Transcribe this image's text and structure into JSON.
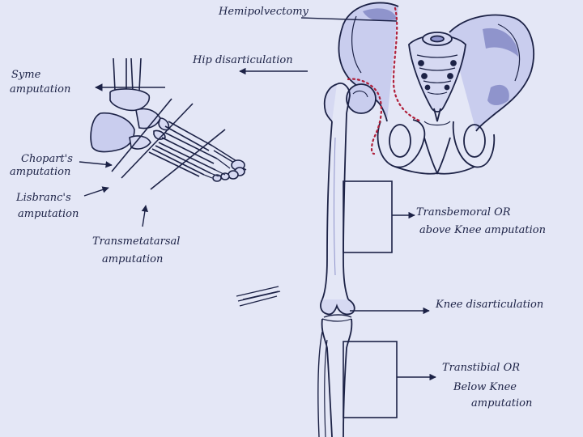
{
  "labels": {
    "hemipelvectomy": "Hemipolvectomy",
    "hip_disarticulation": "Hip disarticulation",
    "syme_1": "Syme",
    "syme_2": "amputation",
    "chopart_1": "Chopart's",
    "chopart_2": "amputation",
    "lisfranc_1": "Lisbranc's",
    "lisfranc_2": "amputation",
    "transmetatarsal_1": "Transmetatarsal",
    "transmetatarsal_2": "amputation",
    "transfemoral_1": "Transbemoral OR",
    "transfemoral_2": "above Knee amputation",
    "knee_disarticulation": "Knee disarticulation",
    "transtibial_1": "Transtibial OR",
    "transtibial_2": "Below Knee",
    "transtibial_3": "amputation"
  },
  "colors": {
    "paper": "#e4e7f6",
    "ink": "#1c2246",
    "shading": "#8f94cc",
    "dotted_cut": "#b01f3a"
  }
}
